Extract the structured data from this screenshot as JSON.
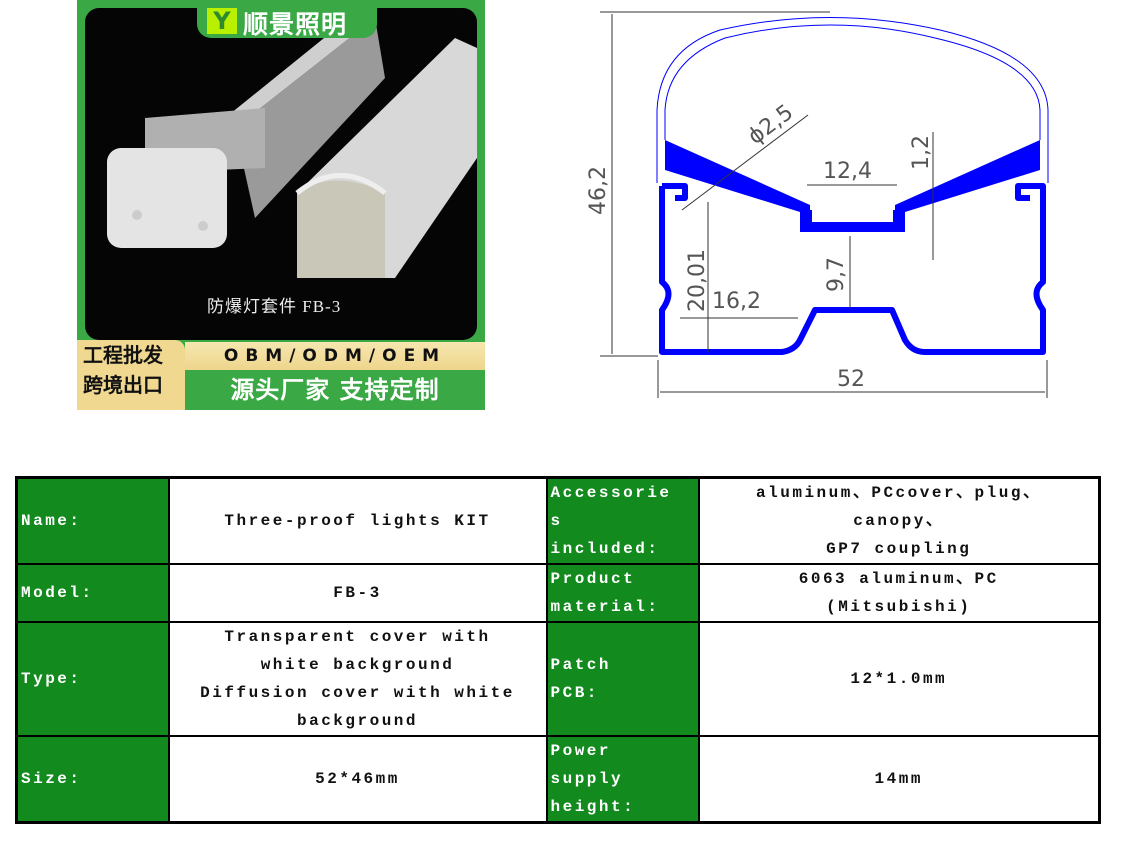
{
  "photo": {
    "brand": "顺景照明",
    "brand_mark": "Y",
    "caption": "防爆灯套件  FB-3",
    "badge_line1": "工程批发",
    "badge_line2": "跨境出口",
    "oem_banner": "OBM/ODM/OEM",
    "slogan": "源头厂家 支持定制"
  },
  "drawing": {
    "dims": {
      "height_total": "46,2",
      "diameter": "ϕ2,5",
      "channel_width": "12,4",
      "thickness": "1,2",
      "inner_height": "20,01",
      "half_width": "16,2",
      "gap": "9,7",
      "width_total": "52"
    },
    "profile_color": "#0000ff"
  },
  "spec_table": {
    "rows": [
      {
        "label1": "Name:",
        "value1": "Three-proof lights KIT",
        "label2": [
          "Accessorie",
          "s",
          "included:"
        ],
        "value2": [
          "aluminum、PCcover、plug、",
          "canopy、",
          "GP7 coupling"
        ]
      },
      {
        "label1": "Model:",
        "value1": "FB-3",
        "label2": [
          "Product",
          "material:"
        ],
        "value2": [
          "6063 aluminum、PC",
          "(Mitsubishi)"
        ]
      },
      {
        "label1": "Type:",
        "value1": [
          "Transparent cover with",
          "white background",
          "Diffusion cover with white",
          "background"
        ],
        "label2": [
          "Patch",
          "PCB:"
        ],
        "value2": "12*1.0mm"
      },
      {
        "label1": "Size:",
        "value1": "52*46mm",
        "label2": [
          "Power",
          "supply",
          "height:"
        ],
        "value2": "14mm"
      }
    ]
  }
}
